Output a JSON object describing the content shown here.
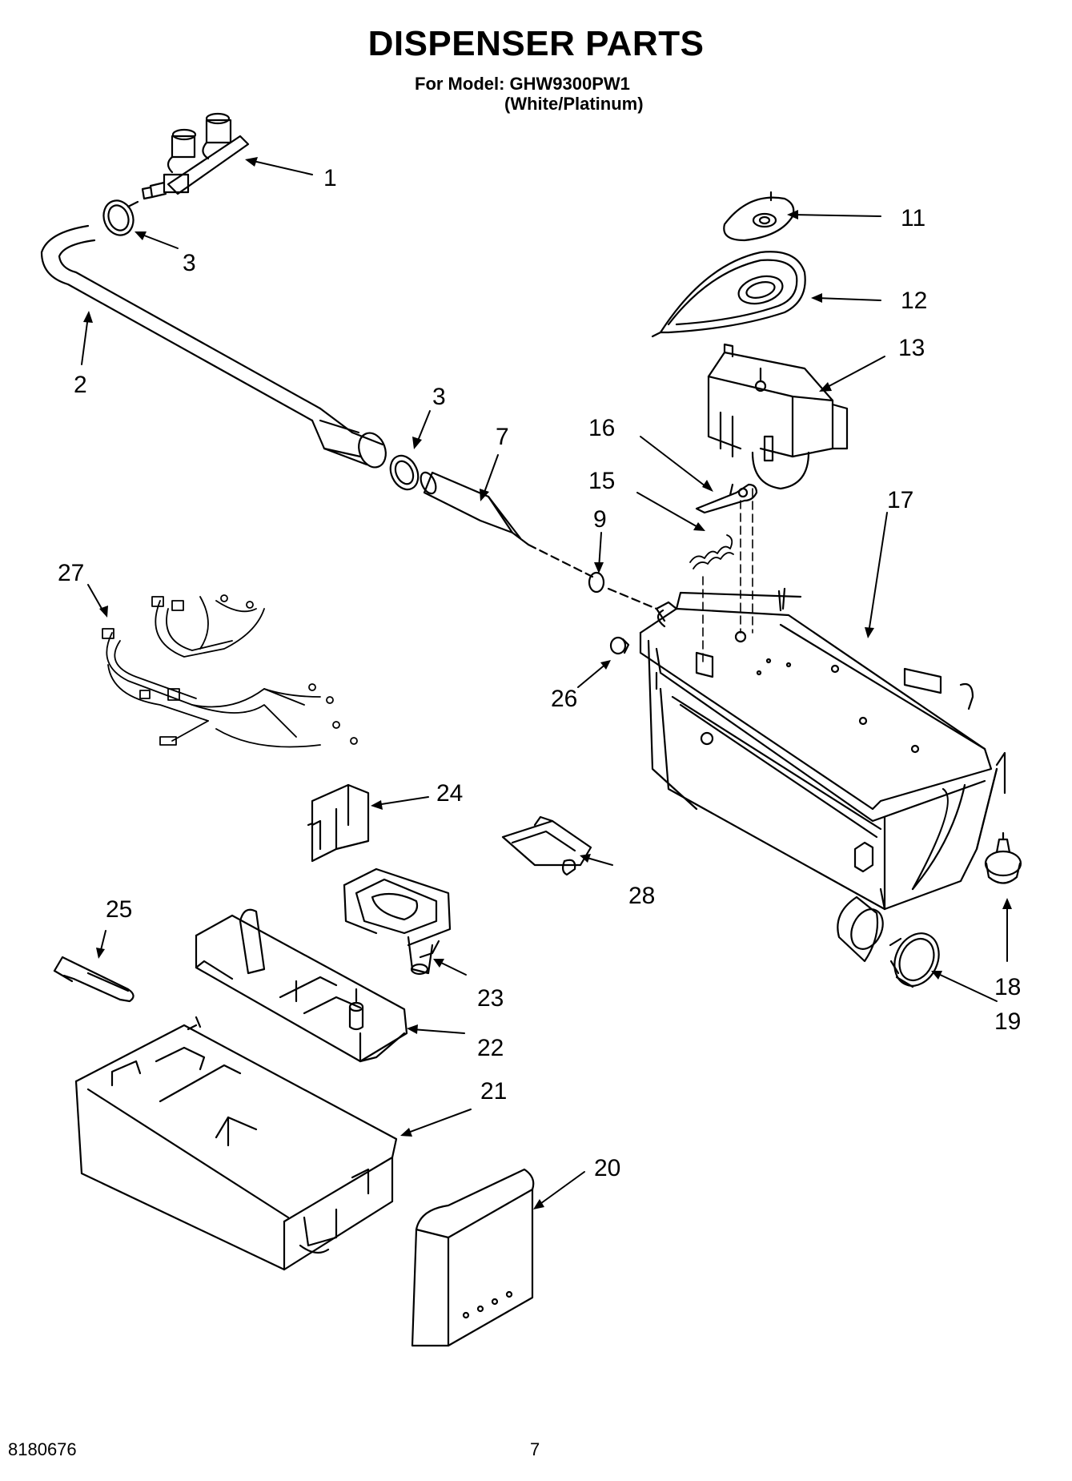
{
  "header": {
    "title": "DISPENSER PARTS",
    "model_line": "For Model: GHW9300PW1",
    "model_variant": "(White/Platinum)"
  },
  "footer": {
    "document_code": "8180676",
    "page_number": "7"
  },
  "callouts": {
    "c1": "1",
    "c2": "2",
    "c3a": "3",
    "c3b": "3",
    "c7": "7",
    "c9": "9",
    "c11": "11",
    "c12": "12",
    "c13": "13",
    "c15": "15",
    "c16": "16",
    "c17": "17",
    "c18": "18",
    "c19": "19",
    "c20": "20",
    "c21": "21",
    "c22": "22",
    "c23": "23",
    "c24": "24",
    "c25": "25",
    "c26": "26",
    "c27": "27",
    "c28": "28"
  },
  "colors": {
    "ink": "#000000",
    "paper": "#ffffff"
  }
}
